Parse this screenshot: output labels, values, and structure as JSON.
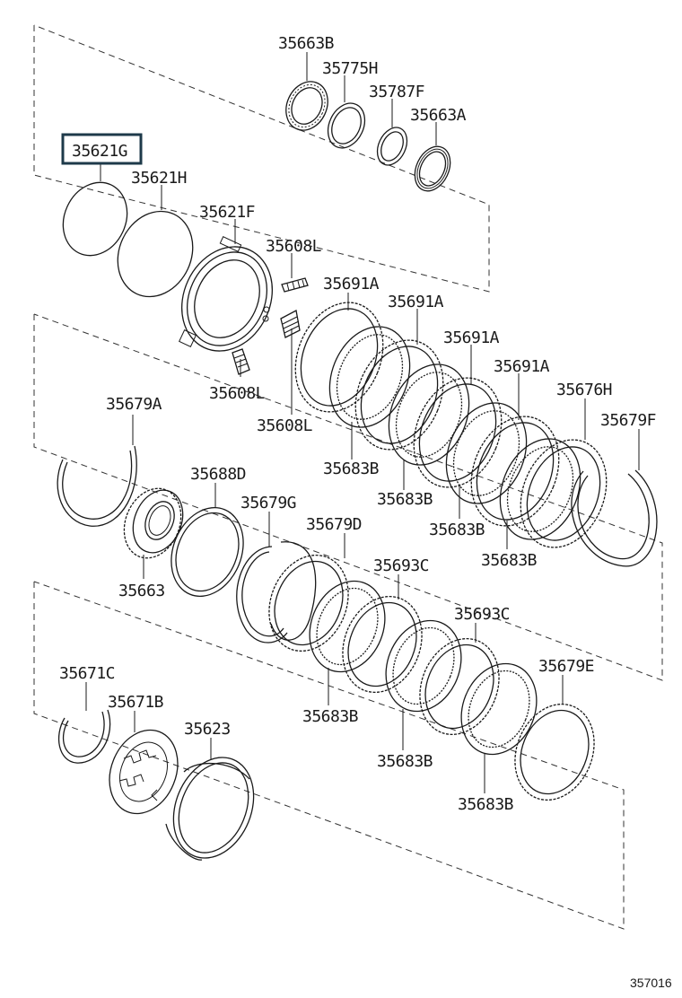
{
  "diagram_id": "357016",
  "highlight_color": "#1e3a4a",
  "labels": {
    "p35663B": "35663B",
    "p35775H": "35775H",
    "p35787F": "35787F",
    "p35663A": "35663A",
    "p35621G": "35621G",
    "p35621H": "35621H",
    "p35621F": "35621F",
    "p35608L_a": "35608L",
    "p35608L_b": "35608L",
    "p35608L_c": "35608L",
    "p35691A_a": "35691A",
    "p35691A_b": "35691A",
    "p35691A_c": "35691A",
    "p35691A_d": "35691A",
    "p35676H": "35676H",
    "p35679F": "35679F",
    "p35679A": "35679A",
    "p35683B_a": "35683B",
    "p35683B_b": "35683B",
    "p35683B_c": "35683B",
    "p35683B_d": "35683B",
    "p35688D": "35688D",
    "p35679G": "35679G",
    "p35679D": "35679D",
    "p35693C_a": "35693C",
    "p35693C_b": "35693C",
    "p35679E": "35679E",
    "p35663": "35663",
    "p35683B_e": "35683B",
    "p35683B_f": "35683B",
    "p35683B_g": "35683B",
    "p35671C": "35671C",
    "p35671B": "35671B",
    "p35623": "35623"
  }
}
